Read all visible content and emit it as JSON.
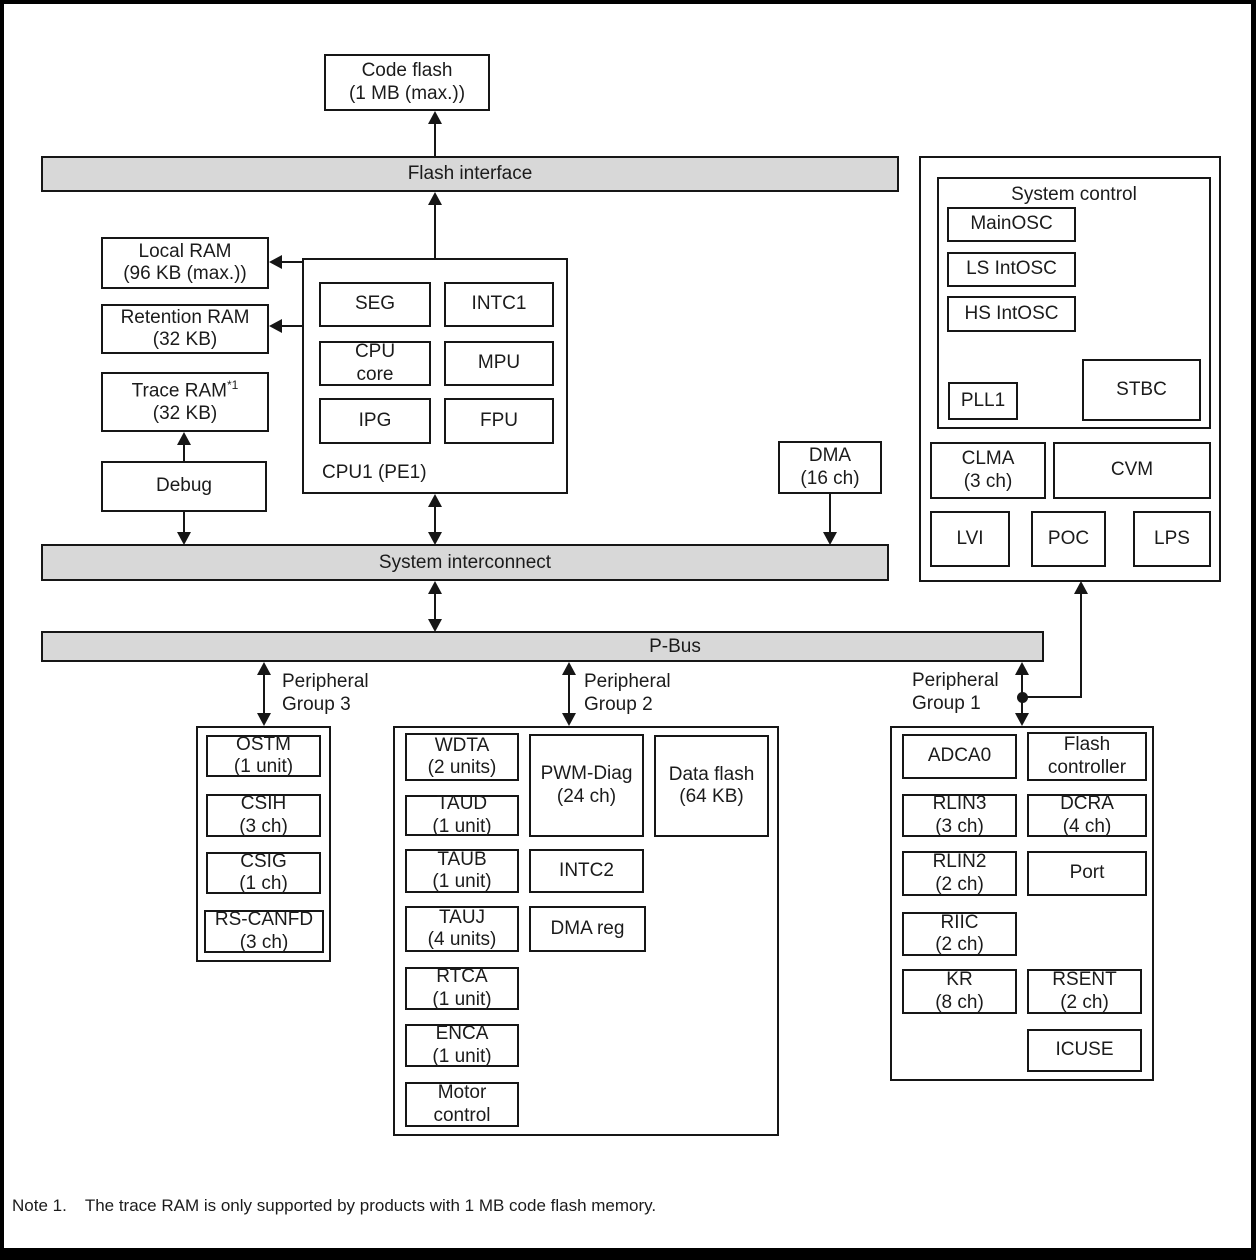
{
  "d": {
    "code_flash": {
      "l1": "Code flash",
      "l2": "(1 MB (max.))"
    },
    "flash_interface": "Flash interface",
    "local_ram": {
      "l1": "Local RAM",
      "l2": "(96 KB (max.))"
    },
    "retention_ram": {
      "l1": "Retention RAM",
      "l2": "(32 KB)"
    },
    "trace_ram": {
      "l1": "Trace RAM",
      "sup": "*1",
      "l2": "(32 KB)"
    },
    "debug": "Debug",
    "cpu1": {
      "title": "CPU1 (PE1)",
      "seg": "SEG",
      "intc1": "INTC1",
      "cpu_core": {
        "l1": "CPU",
        "l2": "core"
      },
      "mpu": "MPU",
      "ipg": "IPG",
      "fpu": "FPU"
    },
    "dma": {
      "l1": "DMA",
      "l2": "(16 ch)"
    },
    "system_interconnect": "System interconnect",
    "pbus": "P-Bus",
    "system_control": {
      "title": "System control",
      "mainosc": "MainOSC",
      "ls_intosc": "LS IntOSC",
      "hs_intosc": "HS IntOSC",
      "pll1": "PLL1",
      "stbc": "STBC",
      "clma": {
        "l1": "CLMA",
        "l2": "(3 ch)"
      },
      "cvm": "CVM",
      "lvi": "LVI",
      "poc": "POC",
      "lps": "LPS"
    },
    "group3": {
      "label": {
        "l1": "Peripheral",
        "l2": "Group 3"
      },
      "ostm": {
        "l1": "OSTM",
        "l2": "(1 unit)"
      },
      "csih": {
        "l1": "CSIH",
        "l2": "(3 ch)"
      },
      "csig": {
        "l1": "CSIG",
        "l2": "(1 ch)"
      },
      "rs_canfd": {
        "l1": "RS-CANFD",
        "l2": "(3 ch)"
      }
    },
    "group2": {
      "label": {
        "l1": "Peripheral",
        "l2": "Group 2"
      },
      "wdta": {
        "l1": "WDTA",
        "l2": "(2 units)"
      },
      "taud": {
        "l1": "TAUD",
        "l2": "(1 unit)"
      },
      "taub": {
        "l1": "TAUB",
        "l2": "(1 unit)"
      },
      "tauj": {
        "l1": "TAUJ",
        "l2": "(4 units)"
      },
      "rtca": {
        "l1": "RTCA",
        "l2": "(1 unit)"
      },
      "enca": {
        "l1": "ENCA",
        "l2": "(1 unit)"
      },
      "motor": {
        "l1": "Motor",
        "l2": "control"
      },
      "pwm_diag": {
        "l1": "PWM-Diag",
        "l2": "(24 ch)"
      },
      "intc2": "INTC2",
      "dma_reg": "DMA reg",
      "data_flash": {
        "l1": "Data flash",
        "l2": "(64 KB)"
      }
    },
    "group1": {
      "label": {
        "l1": "Peripheral",
        "l2": "Group 1"
      },
      "adca0": "ADCA0",
      "flash_controller": {
        "l1": "Flash",
        "l2": "controller"
      },
      "rlin3": {
        "l1": "RLIN3",
        "l2": "(3 ch)"
      },
      "dcra": {
        "l1": "DCRA",
        "l2": "(4 ch)"
      },
      "rlin2": {
        "l1": "RLIN2",
        "l2": "(2 ch)"
      },
      "port": "Port",
      "riic": {
        "l1": "RIIC",
        "l2": "(2 ch)"
      },
      "kr": {
        "l1": "KR",
        "l2": "(8 ch)"
      },
      "rsent": {
        "l1": "RSENT",
        "l2": "(2 ch)"
      },
      "icuse": "ICUSE"
    },
    "note": {
      "prefix": "Note 1.",
      "text": "The trace RAM is only supported by products with 1 MB code flash memory."
    },
    "colors": {
      "bar_fill": "#d8d8d8",
      "line": "#161616",
      "box_border": "#161616"
    }
  }
}
